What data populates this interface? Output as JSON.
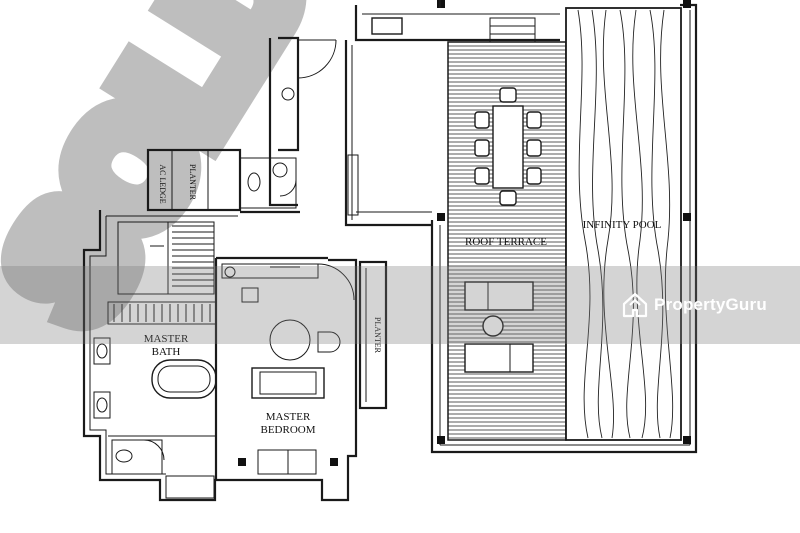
{
  "watermark": {
    "brand": "PropertyGuru",
    "ghost_text": "SOLD"
  },
  "rooms": {
    "roof_terrace": "ROOF TERRACE",
    "infinity_pool": "INFINITY POOL",
    "master_bath": [
      "MASTER",
      "BATH"
    ],
    "master_bedroom": [
      "MASTER",
      "BEDROOM"
    ],
    "planter_right": "PLANTER",
    "planter_top": "PLANTER",
    "ac_ledge": "AC LEDGE"
  },
  "colors": {
    "line": "#1a1a1a",
    "watermark_band": "#787878",
    "ghost_text": "#9a9a9a",
    "logo": "#ffffff"
  }
}
